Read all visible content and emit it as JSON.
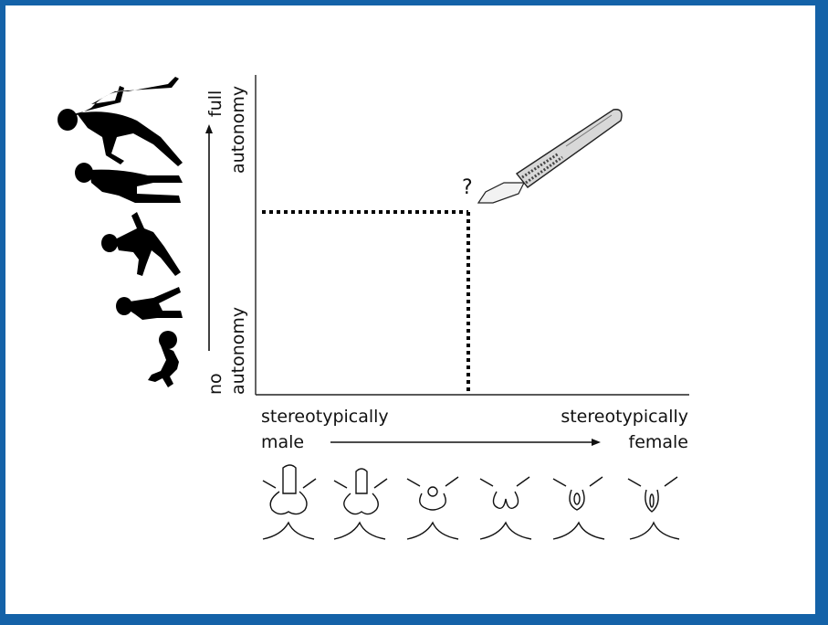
{
  "y_axis": {
    "top_label_1": "full",
    "top_label_2": "autonomy",
    "bottom_label_1": "no",
    "bottom_label_2": "autonomy"
  },
  "x_axis": {
    "left_label_1": "stereotypically",
    "left_label_2": "male",
    "right_label_1": "stereotypically",
    "right_label_2": "female"
  },
  "marker": {
    "question": "?"
  },
  "icons": {
    "development_figures": [
      "crawling-baby-icon",
      "toddler-icon",
      "child-running-icon",
      "adolescent-icon",
      "adult-icon"
    ],
    "scalpel": "scalpel-icon",
    "genital_spectrum": [
      "genital-stage-1-icon",
      "genital-stage-2-icon",
      "genital-stage-3-icon",
      "genital-stage-4-icon",
      "genital-stage-5-icon",
      "genital-stage-6-icon"
    ]
  },
  "colors": {
    "border": "#1462a8",
    "background": "#ffffff",
    "ink": "#111111"
  }
}
